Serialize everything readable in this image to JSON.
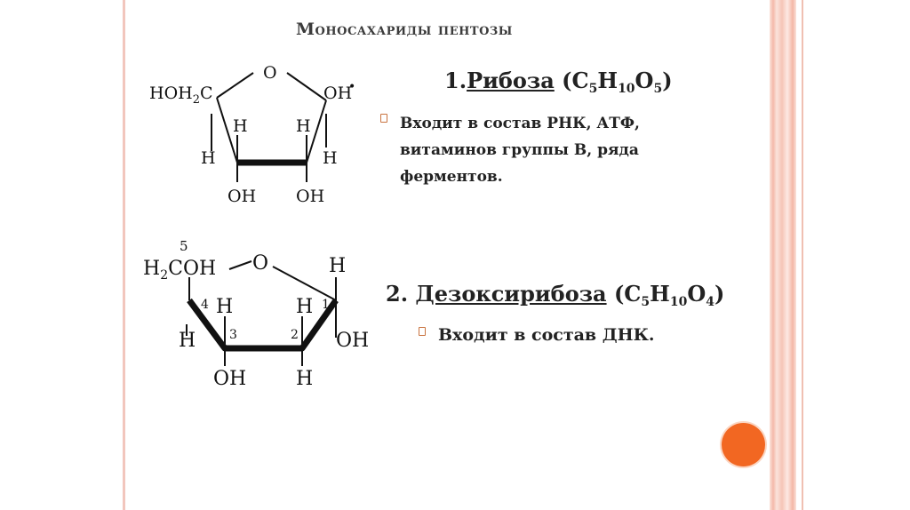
{
  "slide": {
    "title": "Моносахариды пентозы",
    "ribose": {
      "number": "1.",
      "name": "Рибоза",
      "formula": {
        "c": "(C",
        "c_sub": "5",
        "h": "H",
        "h_sub": "10",
        "o": "O",
        "o_sub": "5",
        "close": ")"
      },
      "bullet": "Входит в состав РНК, АТФ, витаминов группы В,    ряда ферментов."
    },
    "deoxyribose": {
      "number": "2. ",
      "name": "Дезоксирибоза",
      "formula": {
        "c": "(C",
        "c_sub": "5",
        "h": "H",
        "h_sub": "10",
        "o": "O",
        "o_sub": "4",
        "close": ")"
      },
      "bullet": "Входит в состав ДНК."
    }
  },
  "ribose_structure": {
    "ring_o": "O",
    "c5": "HOH",
    "c5_sub": "2",
    "c5_c": "C",
    "c1_oh": "OH",
    "c1_mark": "•",
    "h_left": "H",
    "h_c4_top": "H",
    "h_c3_top": "H",
    "h_right": "H",
    "oh_c3": "OH",
    "oh_c2": "OH"
  },
  "deoxyribose_structure": {
    "ring_o": "O",
    "num5": "5",
    "c5_h": "H",
    "c5_sub": "2",
    "c5_coh": "COH",
    "h_c1_top": "H",
    "num4": "4",
    "h_c4_inner": "H",
    "h_c2_inner": "H",
    "num1": "1",
    "h_c4_out": "H",
    "num3": "3",
    "num2": "2",
    "oh_c1": "OH",
    "oh_c3": "OH",
    "h_c2_bottom": "H"
  },
  "colors": {
    "frame": "#f4b9a9",
    "accent": "#f26722",
    "bullet": "#c9733f"
  }
}
